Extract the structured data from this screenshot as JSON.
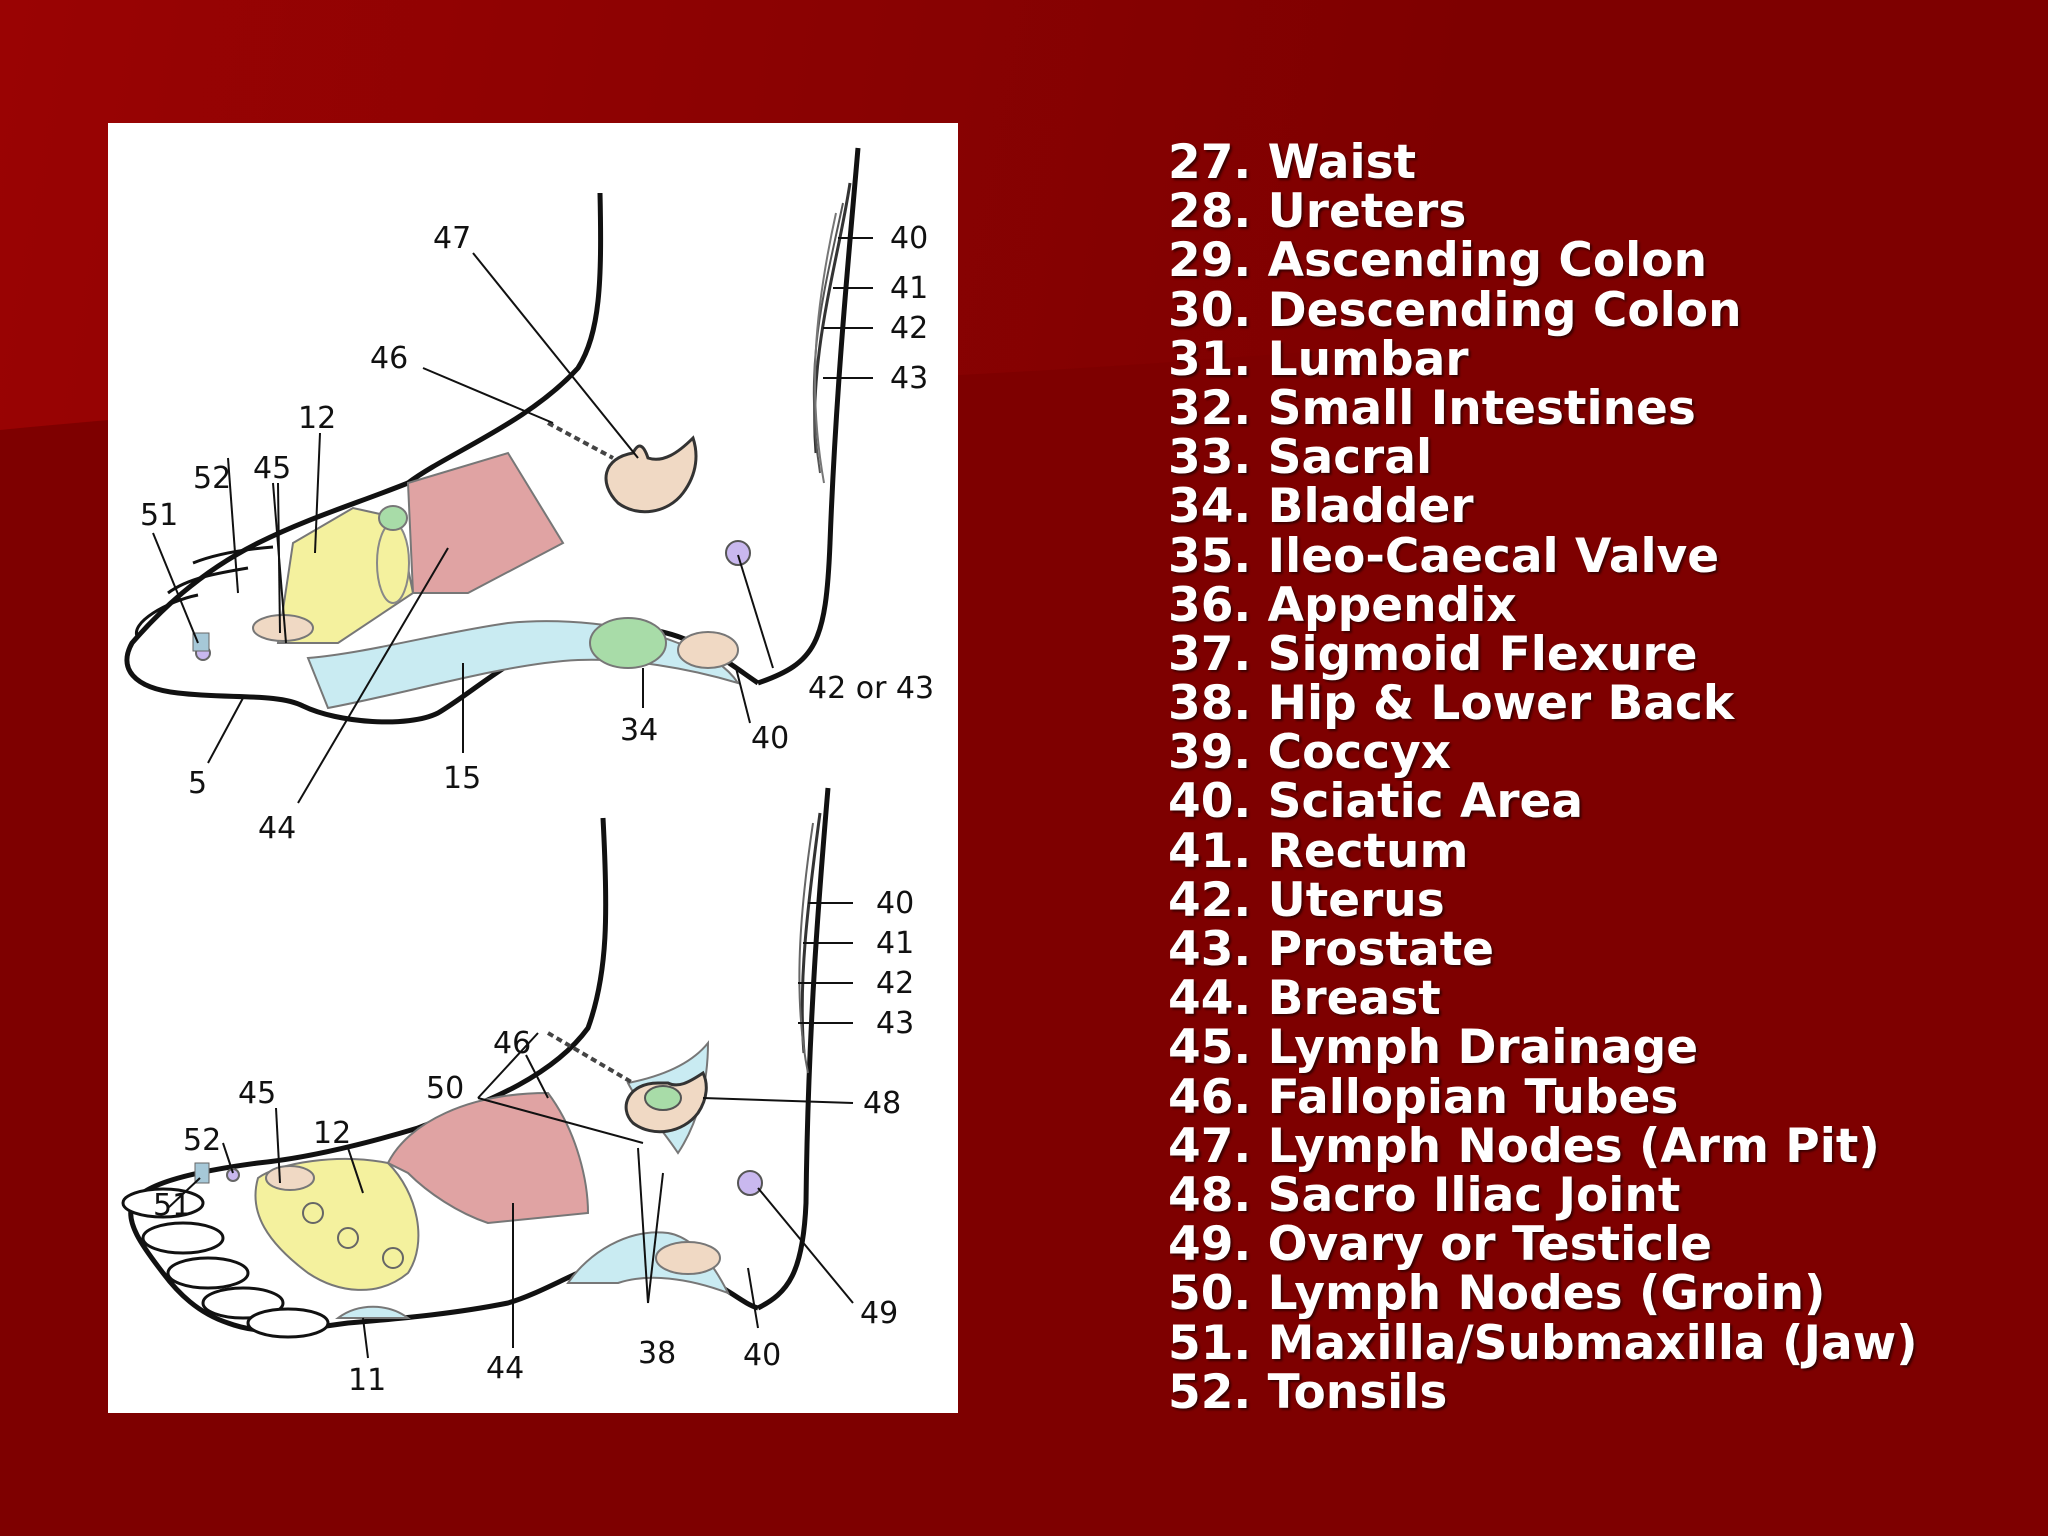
{
  "slide": {
    "background_color": "#7e0000",
    "accent_color": "#9a0303"
  },
  "diagram": {
    "skin_color": "#ffffff",
    "region_colors": {
      "yellow": "#f4f19e",
      "pink": "#e0a3a3",
      "blue": "#c9ebf2",
      "green": "#a8dca8",
      "tan": "#f0d9c4",
      "purple": "#c9b8ef"
    },
    "top_foot_labels": [
      "47",
      "46",
      "12",
      "52",
      "45",
      "51",
      "5",
      "44",
      "15",
      "34",
      "40",
      "40",
      "41",
      "42",
      "43",
      "42 or 43"
    ],
    "bottom_foot_labels": [
      "46",
      "50",
      "45",
      "12",
      "52",
      "51",
      "11",
      "44",
      "38",
      "40",
      "48",
      "49",
      "40",
      "41",
      "42",
      "43"
    ]
  },
  "legend": {
    "items": [
      "27. Waist",
      "28. Ureters",
      "29. Ascending Colon",
      "30. Descending Colon",
      "31. Lumbar",
      "32. Small Intestines",
      "33. Sacral",
      "34. Bladder",
      "35. Ileo-Caecal Valve",
      "36. Appendix",
      "37. Sigmoid Flexure",
      "38. Hip & Lower Back",
      "39. Coccyx",
      "40. Sciatic Area",
      "41. Rectum",
      "42. Uterus",
      "43. Prostate",
      "44. Breast",
      "45. Lymph Drainage",
      "46. Fallopian Tubes",
      "47. Lymph Nodes (Arm Pit)",
      "48. Sacro Iliac Joint",
      "49. Ovary or Testicle",
      "50. Lymph Nodes (Groin)",
      "51. Maxilla/Submaxilla (Jaw)",
      "52. Tonsils"
    ]
  }
}
